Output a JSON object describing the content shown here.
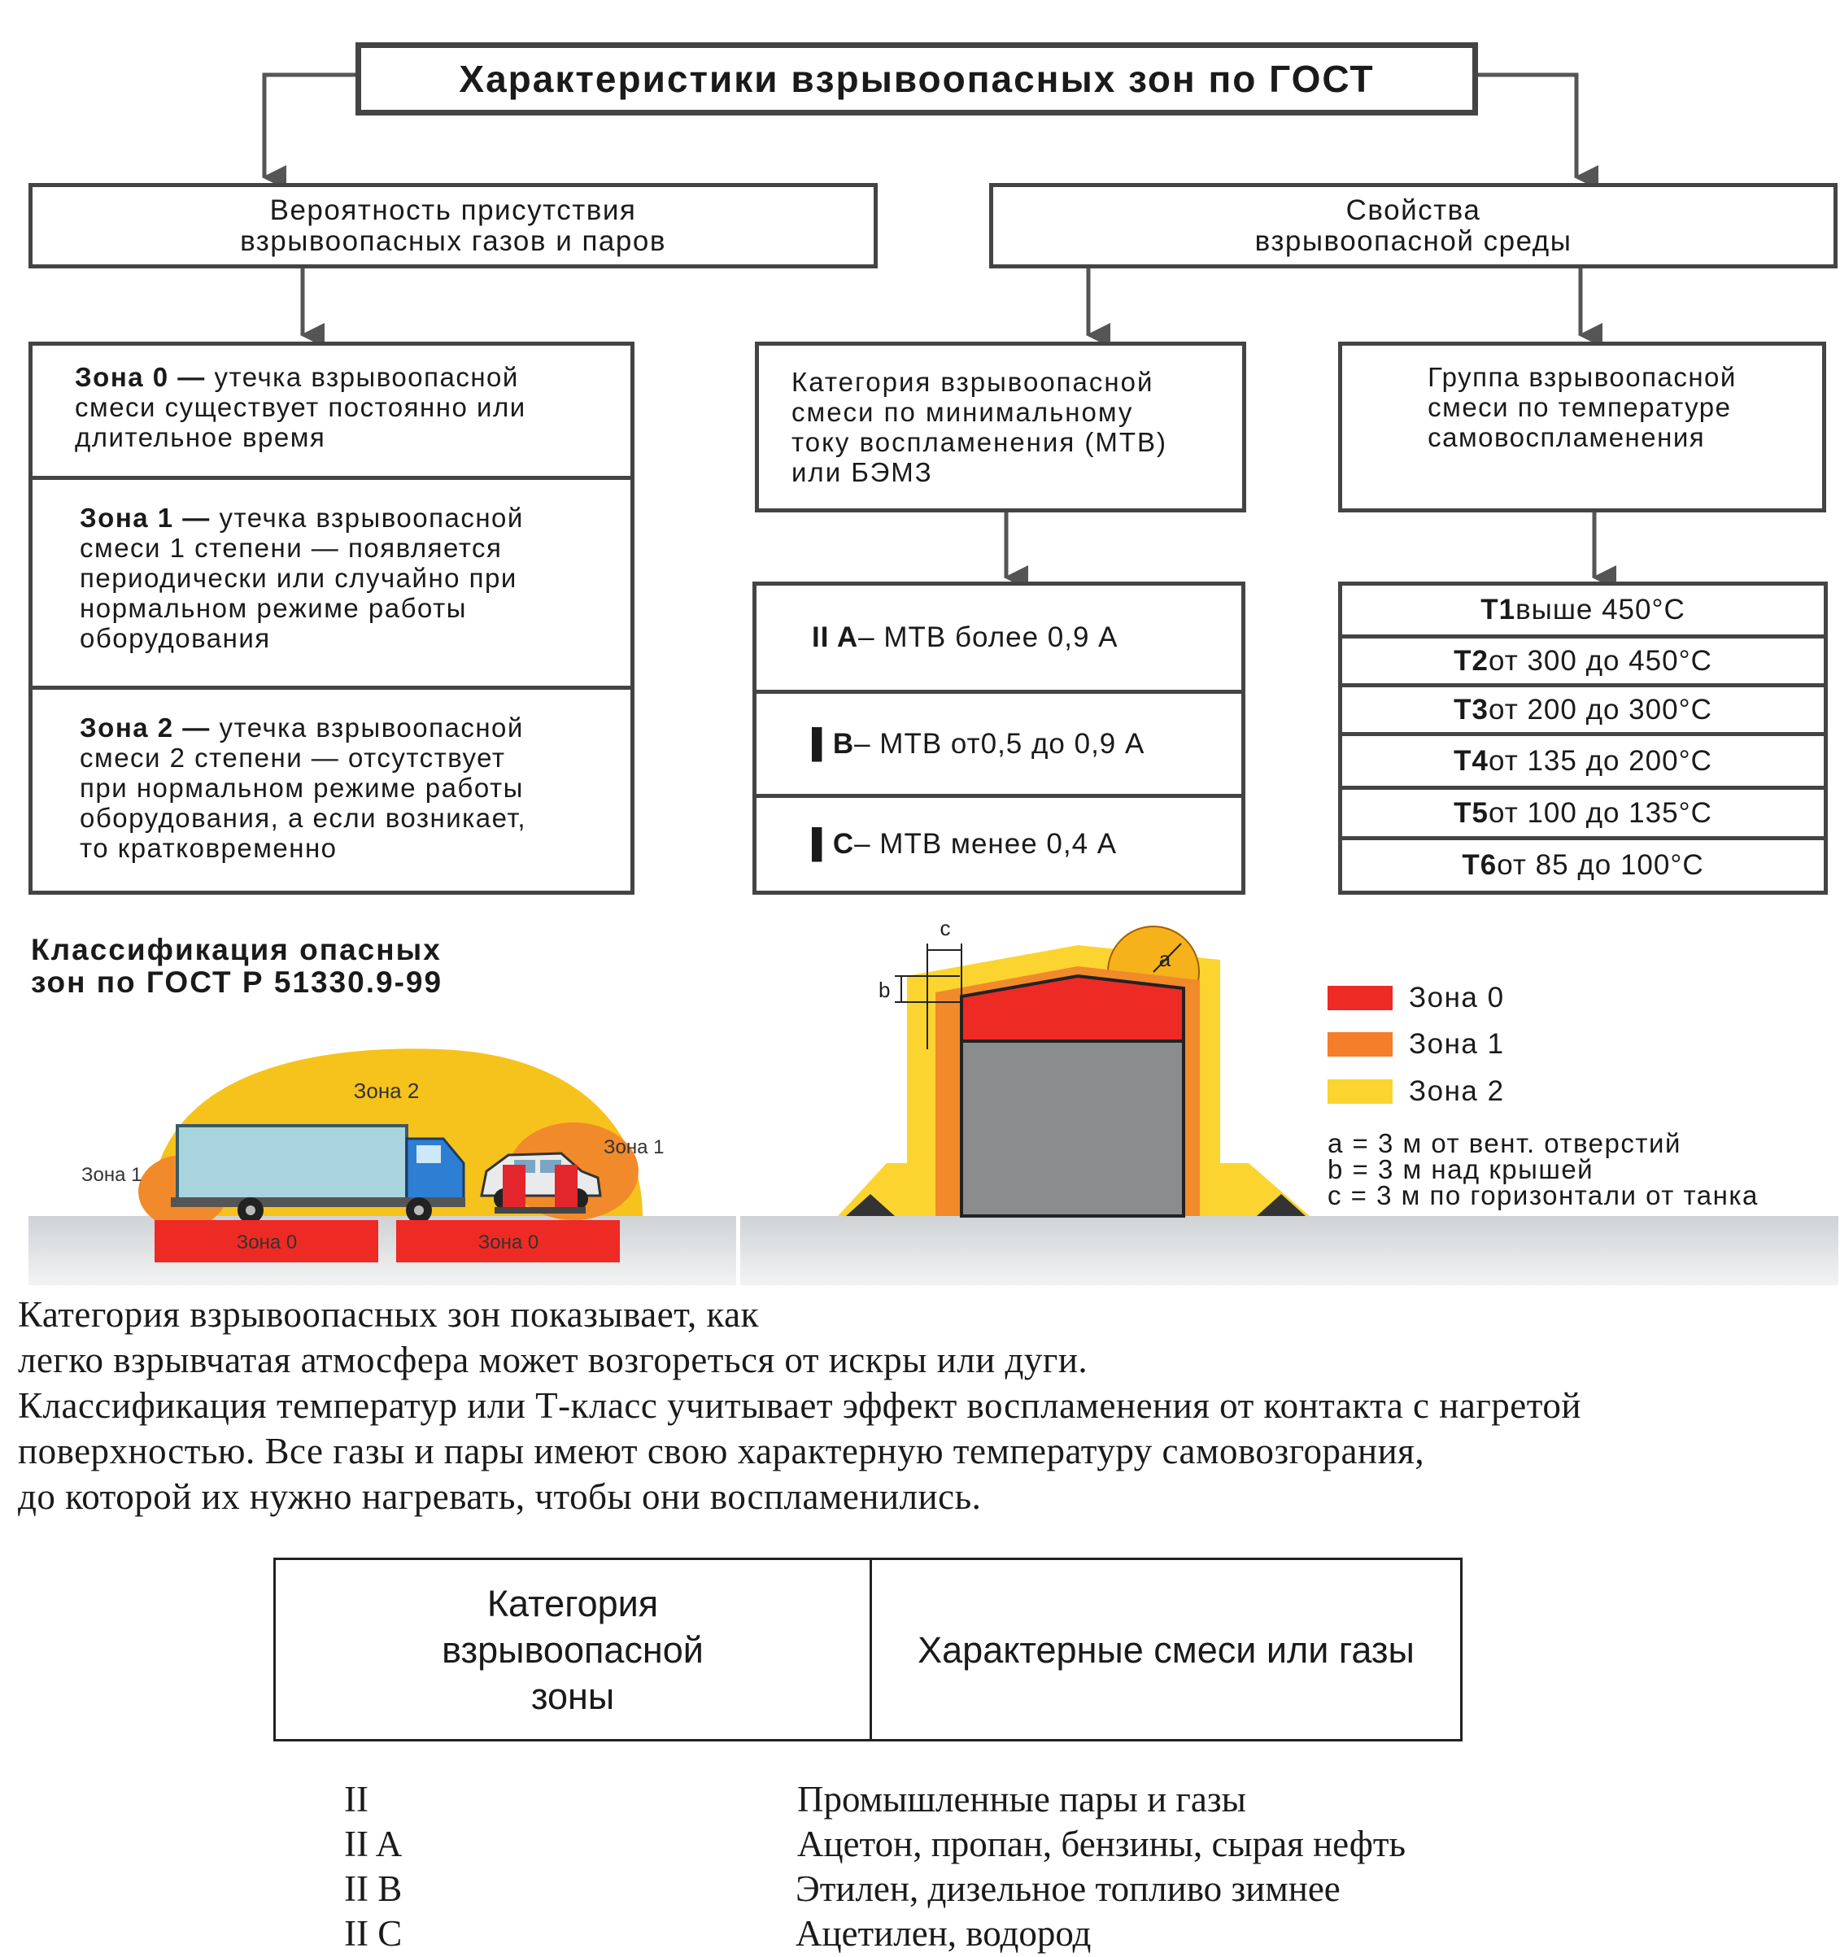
{
  "title": "Характеристики взрывоопасных зон по ГОСТ",
  "left_header": [
    "Вероятность присутствия",
    "взрывоопасных газов и паров"
  ],
  "right_header": [
    "Свойства",
    "взрывоопасной среды"
  ],
  "zones": [
    {
      "name": "Зона 0",
      "dash": " — ",
      "lines": [
        "утечка взрывоопасной",
        "смеси существует постоянно или",
        "длительное время"
      ]
    },
    {
      "name": "Зона 1",
      "dash": " — ",
      "lines": [
        "утечка взрывоопасной",
        "смеси 1 степени — появляется",
        "периодически или случайно при",
        "нормальном режиме работы",
        "оборудования"
      ]
    },
    {
      "name": "Зона 2",
      "dash": " — ",
      "lines": [
        "утечка взрывоопасной",
        "смеси 2 степени — отсутствует",
        "при нормальном режиме работы",
        "оборудования, а если возникает,",
        "то кратковременно"
      ]
    }
  ],
  "category_box": [
    "Категория взрывоопасной",
    "смеси по минимальному",
    "току воспламенения (МТВ)",
    "или БЭМЗ"
  ],
  "categories": [
    {
      "code": "II A",
      "text": " – МТВ более 0,9 А"
    },
    {
      "code": "B",
      "text": " – МТВ от0,5 до 0,9 А"
    },
    {
      "code": "C",
      "text": " – МТВ менее 0,4 А"
    }
  ],
  "group_box": [
    "Группа взрывоопасной",
    "смеси по температуре",
    "самовоспламенения"
  ],
  "temps": [
    {
      "code": "T1",
      "text": " выше 450°C"
    },
    {
      "code": "T2",
      "text": " от 300 до 450°C"
    },
    {
      "code": "T3",
      "text": " от 200 до 300°C"
    },
    {
      "code": "T4",
      "text": " от 135 до 200°C"
    },
    {
      "code": "T5",
      "text": " от 100 до 135°C"
    },
    {
      "code": "T6",
      "text": " от 85 до 100°C"
    }
  ],
  "class_title": [
    "Классификация опасных",
    "зон по ГОСТ Р 51330.9-99"
  ],
  "illustration": {
    "zone2": "Зона 2",
    "zone1_left": "Зона 1",
    "zone1_right": "Зона 1",
    "zone0_left": "Зона 0",
    "zone0_right": "Зона 0",
    "dim_c": "c",
    "dim_b": "b",
    "dim_a": "a"
  },
  "legend": [
    {
      "label": "Зона 0",
      "color": "#ee2a24"
    },
    {
      "label": "Зона 1",
      "color": "#f47e2a"
    },
    {
      "label": "Зона 2",
      "color": "#fbd430"
    }
  ],
  "notes": [
    "a = 3 м от вент. отверстий",
    "b = 3 м над крышей",
    "c = 3 м по горизонтали от танка"
  ],
  "paragraph": [
    "Категория взрывоопасных зон показывает, как",
    "легко взрывчатая атмосфера может возгореться от искры или дуги.",
    "Классификация температур или Т-класс учитывает эффект воспламенения от контакта с нагретой",
    "поверхностью. Все газы и пары имеют свою характерную температуру самовозгорания,",
    "до которой их нужно нагревать, чтобы они воспламенились."
  ],
  "table_header": {
    "col1": [
      "Категория",
      "взрывоопасной",
      "зоны"
    ],
    "col2": "Характерные смеси или газы"
  },
  "gases": [
    {
      "cat": "II",
      "text": "Промышленные пары и газы"
    },
    {
      "cat": "II A",
      "text": "Ацетон, пропан, бензины, сырая нефть"
    },
    {
      "cat": "II B",
      "text": "Этилен, дизельное топливо зимнее"
    },
    {
      "cat": "II C",
      "text": "Ацетилен, водород"
    }
  ]
}
